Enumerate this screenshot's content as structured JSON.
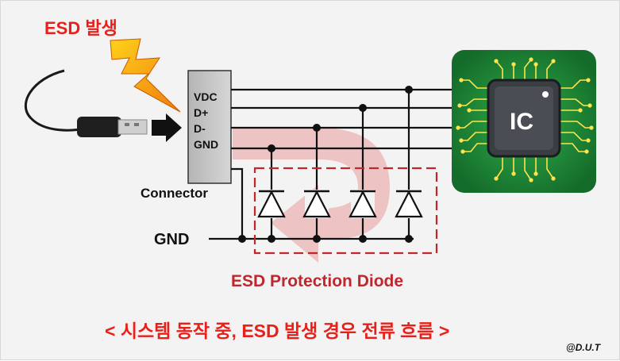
{
  "esd_event": {
    "label": "ESD 발생",
    "color": "#e8201a"
  },
  "connector": {
    "pins": [
      "VDC",
      "D+",
      "D-",
      "GND"
    ],
    "caption": "Connector"
  },
  "gnd_label": "GND",
  "ic": {
    "label": "IC",
    "board_color": "#1e8a3a"
  },
  "protection": {
    "label": "ESD Protection Diode",
    "box_color": "#c0272d"
  },
  "caption": "< 시스템 동작 중, ESD 발생 경우 전류 흐름 >",
  "credit": "@D.U.T",
  "icons": {
    "cable": "usb-cable-icon",
    "bolt": "lightning-bolt-icon",
    "arrow": "insert-arrow-icon",
    "flow": "current-flow-arrow-icon"
  }
}
